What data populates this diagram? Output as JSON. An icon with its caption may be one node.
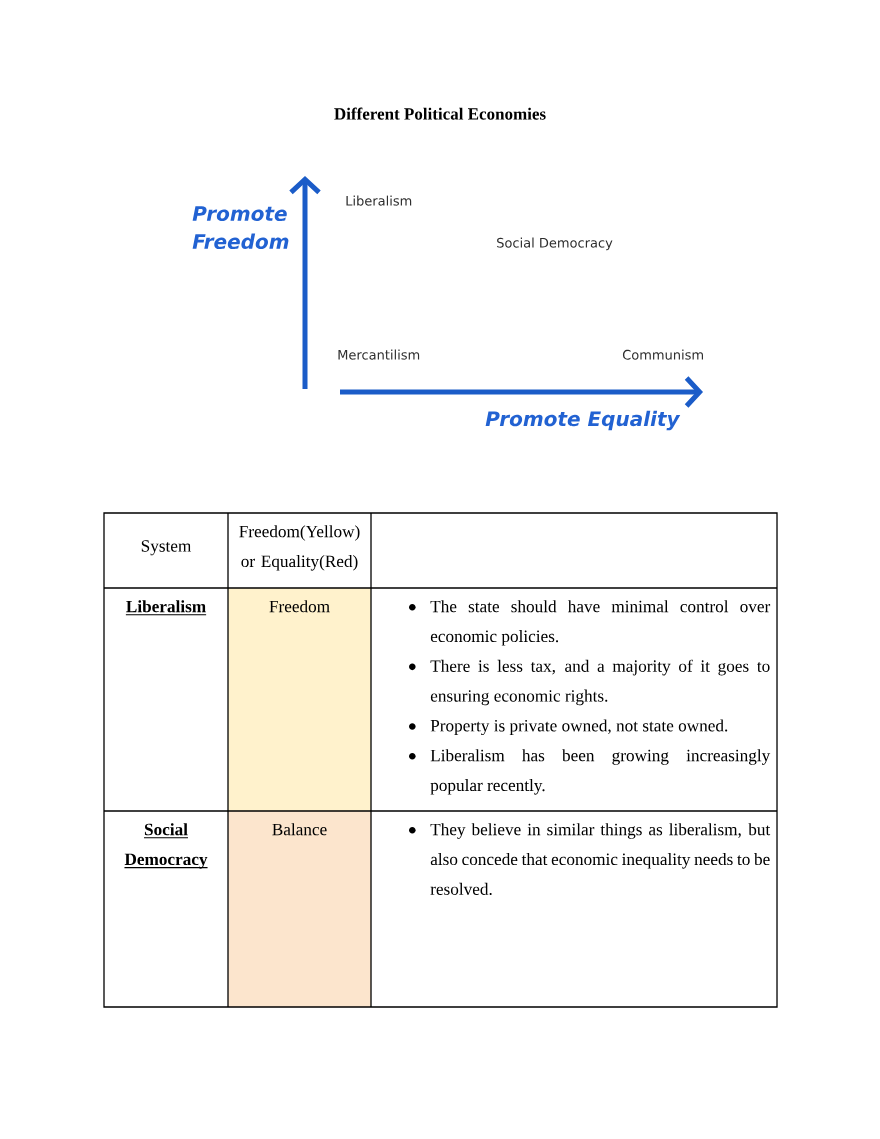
{
  "diagram": {
    "title": "Different Political Economies",
    "labels": [
      "Promote Freedom",
      "Liberalism",
      "Social Democracy",
      "Mercantilism",
      "Communism",
      "Promote Equality",
      "System",
      "Freedom(Yellow) or Equality(Red)",
      "Liberalism",
      "Freedom",
      "The state should have minimal control over economic policies.",
      "There is less tax, and a majority of it goes to ensuring economic rights.",
      "Property is private owned, not state owned.",
      "Liberalism has been growing increasingly popular recently.",
      "Social Democracy",
      "Balance",
      "They believe in similar things as liberalism, but also concede that economic inequality needs to be resolved."
    ]
  }
}
